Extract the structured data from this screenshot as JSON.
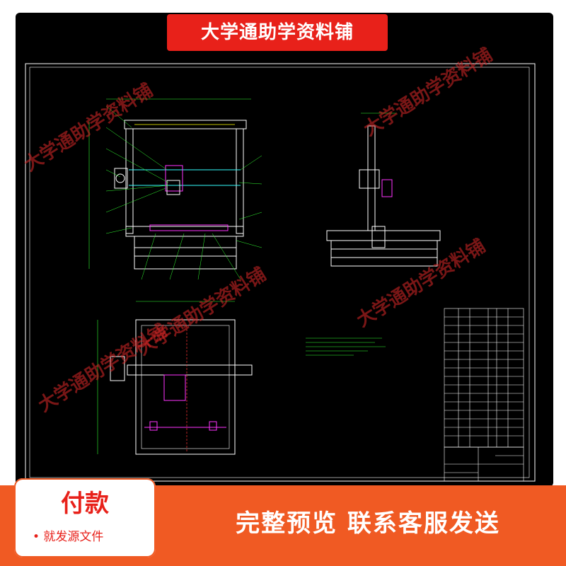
{
  "banner": {
    "title": "大学通助学资料铺"
  },
  "watermarks": [
    "大学通助学资料铺",
    "大学通助学资料铺",
    "大学通助学资料铺",
    "大学通助学资料铺",
    "大学通助学资料铺"
  ],
  "footer": {
    "pay_title": "付款",
    "pay_subtitle": "• 就发源文件",
    "preview_text": "完整预览  联系客服发送"
  },
  "colors": {
    "banner": "#e8211a",
    "footer": "#f05a23",
    "cad_background": "#000000",
    "frame_line": "#ffffff",
    "green_line": "#33ff33",
    "magenta_line": "#ff33ff",
    "cyan_line": "#33ffff"
  }
}
